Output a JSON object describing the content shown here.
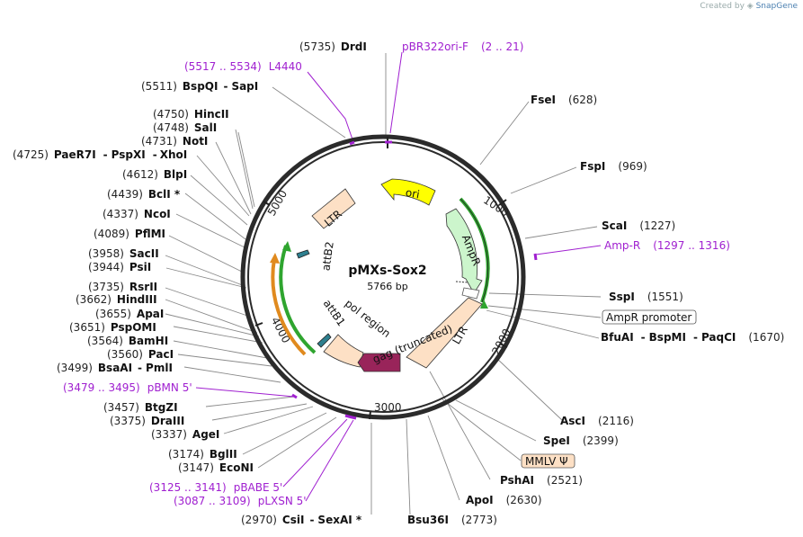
{
  "credit": {
    "prefix": "Created by",
    "brand": "SnapGene"
  },
  "plasmid": {
    "name": "pMXs-Sox2",
    "length": "5766 bp"
  },
  "ticks": [
    "1000",
    "2000",
    "3000",
    "4000",
    "5000"
  ],
  "features": {
    "ori": "ori",
    "ampr": "AmpR",
    "ltr_left": "LTR",
    "ltr_right": "LTR",
    "attb2": "attB2",
    "attb1": "attB1",
    "pol_region": "pol region",
    "gag": "gag (truncated)"
  },
  "labels": {
    "drdi": {
      "num": "(5735)",
      "name": "DrdI"
    },
    "pbr": {
      "name": "pBR322ori-F",
      "range": "(2 .. 21)"
    },
    "l4440": {
      "range": "(5517 .. 5534)",
      "name": "L4440"
    },
    "bspqi": {
      "num": "(5511)",
      "name": "BspQI",
      "sep": "-",
      "name2": "SapI"
    },
    "hincii": {
      "num": "(4750)",
      "name": "HincII"
    },
    "sali": {
      "num": "(4748)",
      "name": "SalI"
    },
    "noti": {
      "num": "(4731)",
      "name": "NotI"
    },
    "paer7i": {
      "num": "(4725)",
      "name": "PaeR7I",
      "sep1": "-",
      "name2": "PspXI",
      "sep2": "-",
      "name3": "XhoI"
    },
    "blpi": {
      "num": "(4612)",
      "name": "BlpI"
    },
    "bcli": {
      "num": "(4439)",
      "name": "BclI *"
    },
    "ncoi": {
      "num": "(4337)",
      "name": "NcoI"
    },
    "pflmi": {
      "num": "(4089)",
      "name": "PflMI"
    },
    "sacii": {
      "num": "(3958)",
      "name": "SacII"
    },
    "psii": {
      "num": "(3944)",
      "name": "PsiI"
    },
    "rsrii": {
      "num": "(3735)",
      "name": "RsrII"
    },
    "hindiii": {
      "num": "(3662)",
      "name": "HindIII"
    },
    "apai": {
      "num": "(3655)",
      "name": "ApaI"
    },
    "pspomi": {
      "num": "(3651)",
      "name": "PspOMI"
    },
    "bamhi": {
      "num": "(3564)",
      "name": "BamHI"
    },
    "paci": {
      "num": "(3560)",
      "name": "PacI"
    },
    "bsaai": {
      "num": "(3499)",
      "name": "BsaAI",
      "sep": "-",
      "name2": "PmlI"
    },
    "pbmn": {
      "range": "(3479 .. 3495)",
      "name": "pBMN 5'"
    },
    "btgzi": {
      "num": "(3457)",
      "name": "BtgZI"
    },
    "draiii": {
      "num": "(3375)",
      "name": "DraIII"
    },
    "agei": {
      "num": "(3337)",
      "name": "AgeI"
    },
    "bglii": {
      "num": "(3174)",
      "name": "BglII"
    },
    "econi": {
      "num": "(3147)",
      "name": "EcoNI"
    },
    "pbabe": {
      "range": "(3125 .. 3141)",
      "name": "pBABE 5'"
    },
    "plxsn": {
      "range": "(3087 .. 3109)",
      "name": "pLXSN 5'"
    },
    "csii": {
      "num": "(2970)",
      "name": "CsiI",
      "sep": "-",
      "name2": "SexAI *"
    },
    "bsu36i": {
      "name": "Bsu36I",
      "num": "(2773)"
    },
    "apoi": {
      "name": "ApoI",
      "num": "(2630)"
    },
    "pshai": {
      "name": "PshAI",
      "num": "(2521)"
    },
    "mmlv": {
      "name": "MMLV Ψ"
    },
    "spei": {
      "name": "SpeI",
      "num": "(2399)"
    },
    "asci": {
      "name": "AscI",
      "num": "(2116)"
    },
    "bfuai": {
      "name": "BfuAI",
      "sep1": "-",
      "name2": "BspMI",
      "sep2": "-",
      "name3": "PaqCI",
      "num": "(1670)"
    },
    "amprprom": {
      "name": "AmpR promoter"
    },
    "sspi": {
      "name": "SspI",
      "num": "(1551)"
    },
    "ampr_primer": {
      "name": "Amp-R",
      "range": "(1297 .. 1316)"
    },
    "scai": {
      "name": "ScaI",
      "num": "(1227)"
    },
    "fspi": {
      "name": "FspI",
      "num": "(969)"
    },
    "fsei": {
      "name": "FseI",
      "num": "(628)"
    }
  },
  "colors": {
    "backbone": "#2b2b2b",
    "ori": "#ffff00",
    "ampr": "#ccf5cc",
    "ltr": "#fde0c5",
    "gag": "#99245a",
    "primer": "#a020d0",
    "green_arc": "#2fa52f",
    "orange_arc": "#e08a1e",
    "att": "#2e7f8f"
  }
}
